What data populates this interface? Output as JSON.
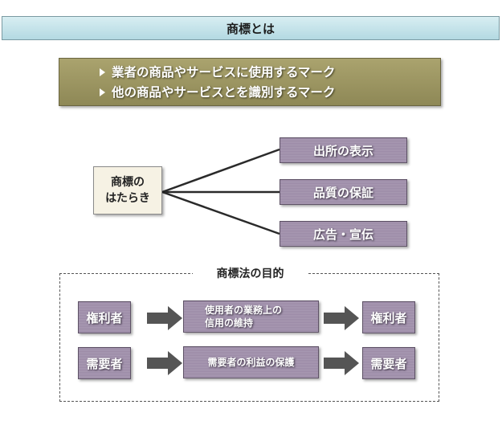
{
  "title": "商標とは",
  "definition": {
    "lines": [
      "業者の商品やサービスに使用するマーク",
      "他の商品やサービスとを識別するマーク"
    ]
  },
  "functions": {
    "center": [
      "商標の",
      "はたらき"
    ],
    "items": [
      "出所の表示",
      "品質の保証",
      "広告・宣伝"
    ]
  },
  "purpose": {
    "title": "商標法の目的",
    "rows": [
      {
        "left": "権利者",
        "middle": [
          "使用者の業務上の",
          "信用の維持"
        ],
        "right": "権利者"
      },
      {
        "left": "需要者",
        "middle": [
          "需要者の利益の保護"
        ],
        "right": "需要者"
      }
    ]
  },
  "colors": {
    "title_bg": "#b3d9e2",
    "definition_bg": "#9c9562",
    "purple_box": "#a596ae",
    "arrow": "#555555"
  }
}
